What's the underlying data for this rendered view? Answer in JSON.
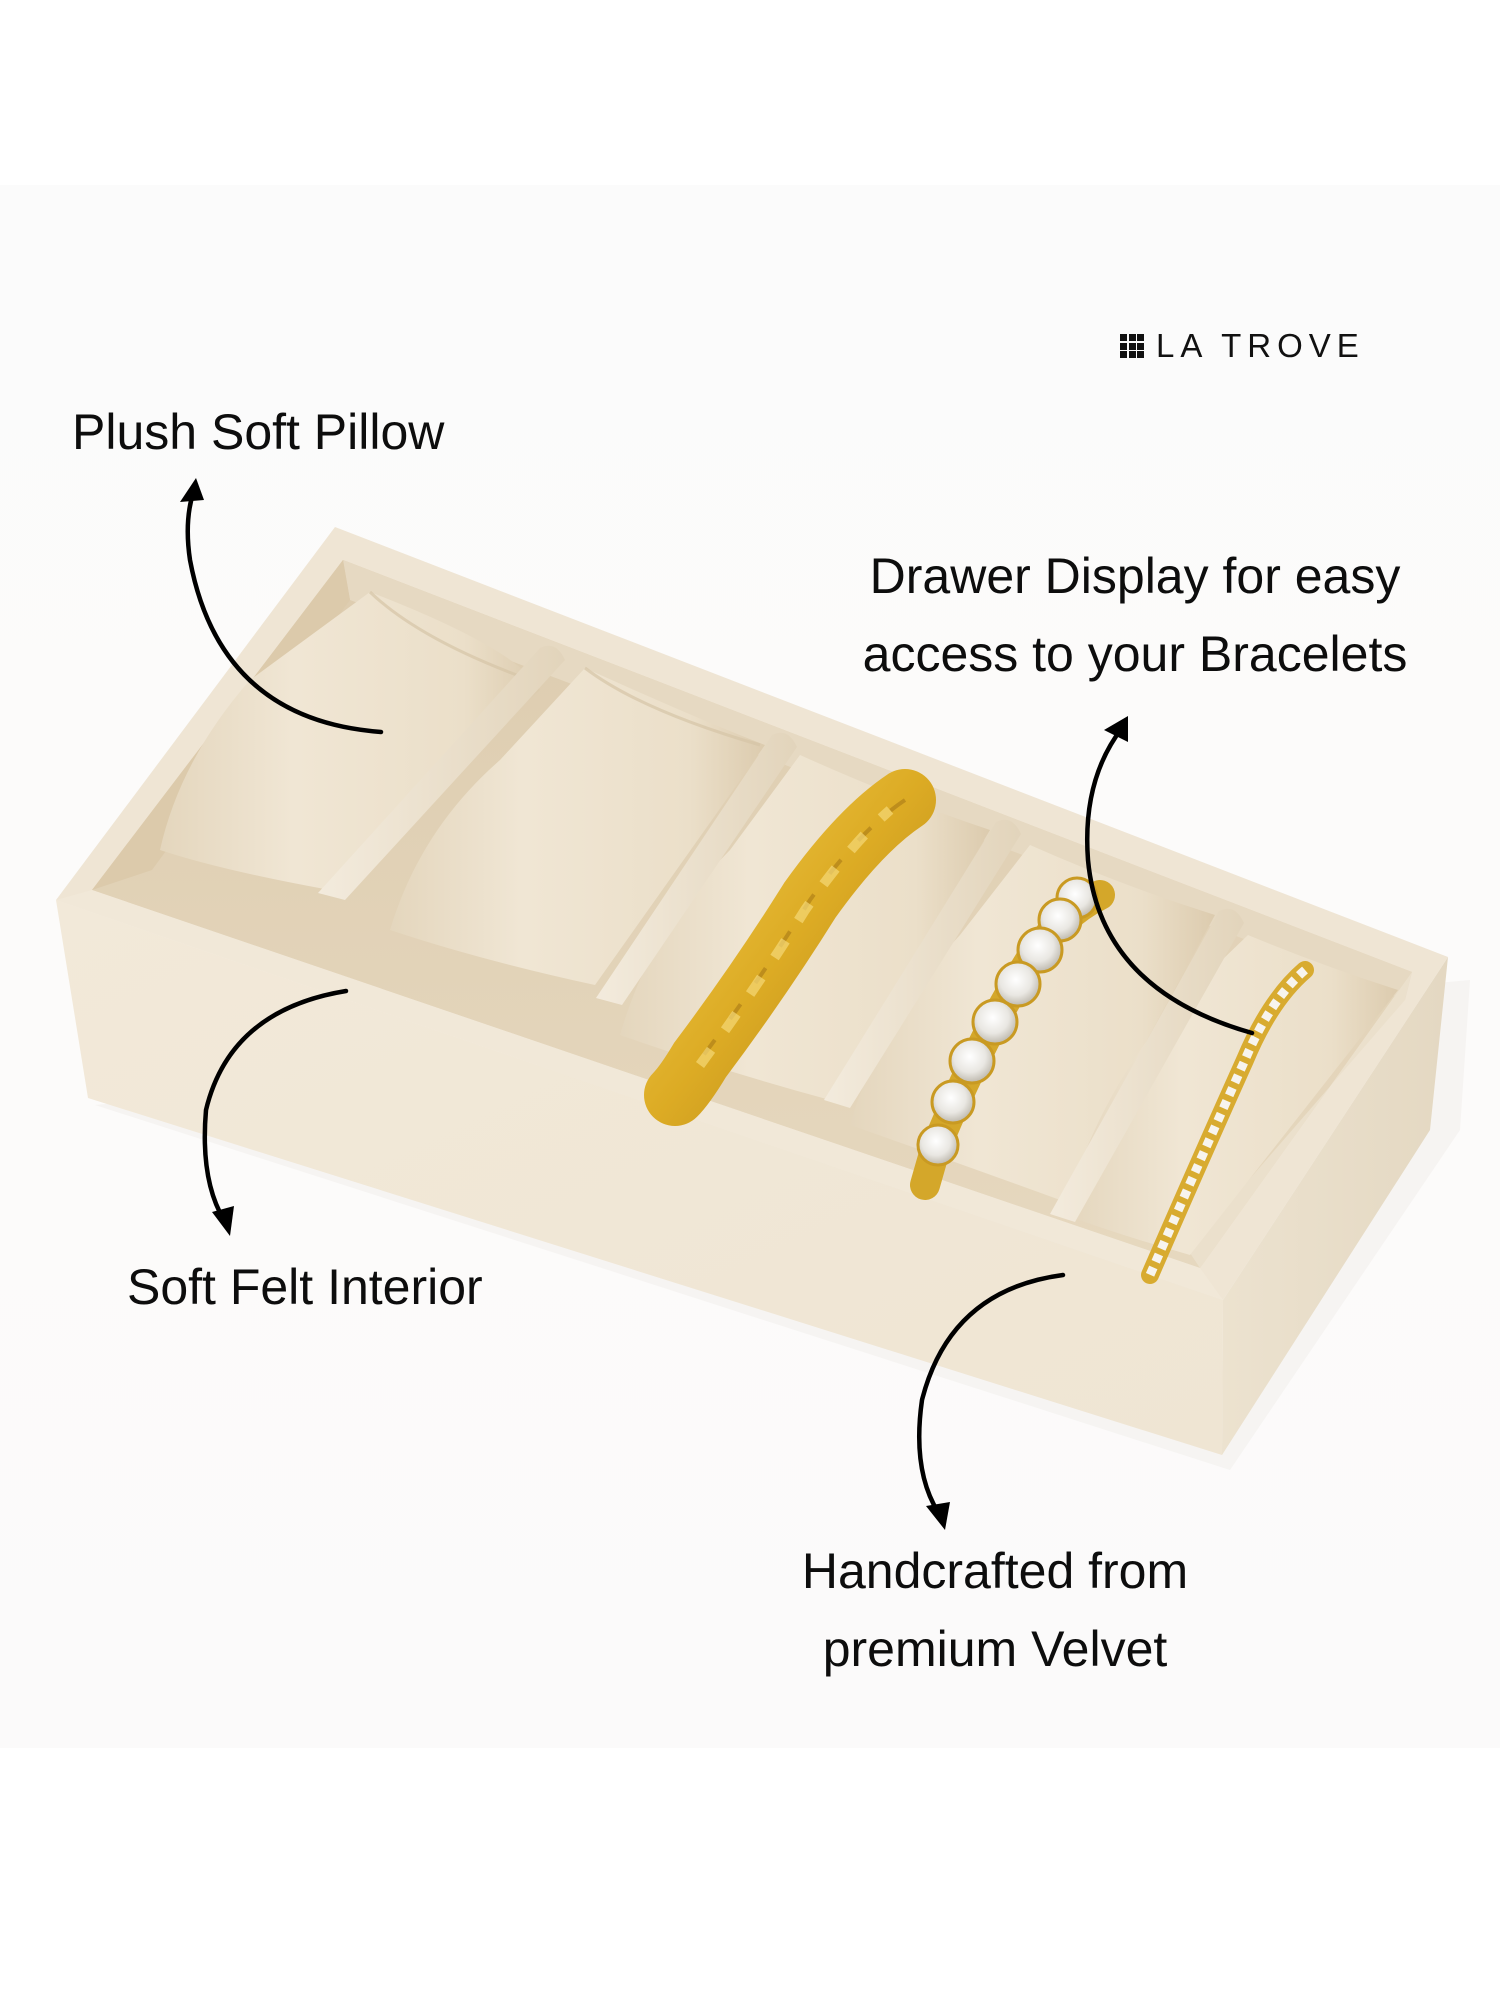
{
  "brand": {
    "name": "LA TROVE",
    "logo_icon": "grid-3x3-icon"
  },
  "callouts": {
    "plush_pillow": {
      "text": "Plush Soft Pillow",
      "arrow": "curved-arrow-up-icon"
    },
    "drawer_display": {
      "line1": "Drawer Display for easy",
      "line2": "access to your Bracelets",
      "arrow": "curved-arrow-up-icon"
    },
    "soft_felt": {
      "text": "Soft Felt Interior",
      "arrow": "curved-arrow-down-icon"
    },
    "handcrafted": {
      "line1": "Handcrafted from",
      "line2": "premium Velvet",
      "arrow": "curved-arrow-down-icon"
    }
  },
  "product": {
    "type": "5-slot bracelet display tray",
    "slots": [
      {
        "slot": 1,
        "content": "empty pillow"
      },
      {
        "slot": 2,
        "content": "empty pillow"
      },
      {
        "slot": 3,
        "content": "gold cuban link chain bracelet"
      },
      {
        "slot": 4,
        "content": "gold tennis bracelet"
      },
      {
        "slot": 5,
        "content": "gold pave bangle"
      }
    ]
  },
  "colors": {
    "background": "#ffffff",
    "photo_band": "#fbfbfb",
    "felt_light": "#f1e8d8",
    "felt_mid": "#e9ddc6",
    "felt_shadow": "#d8c8aa",
    "gold": "#dcab24",
    "gold_dark": "#b5861a",
    "text": "#0d0d0d"
  }
}
